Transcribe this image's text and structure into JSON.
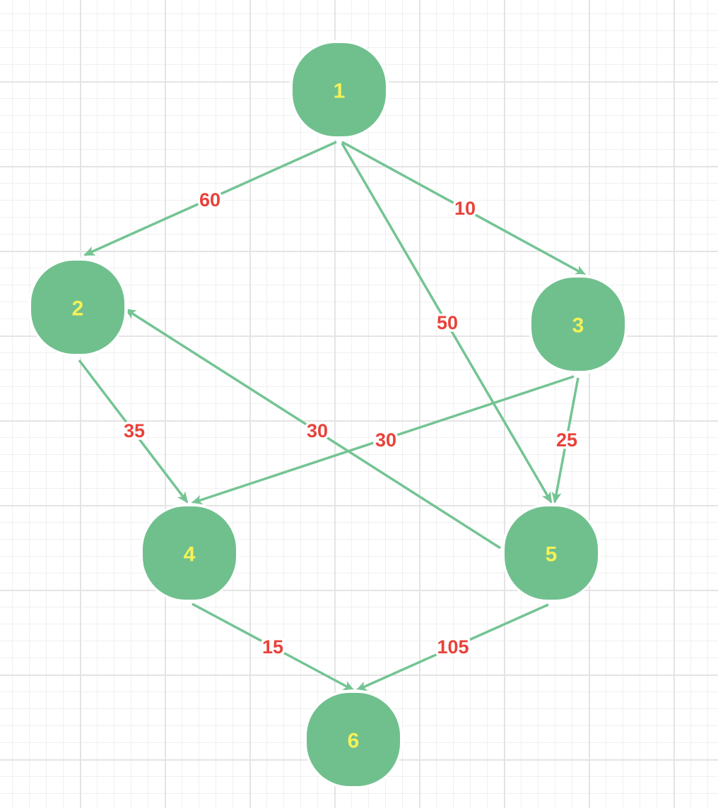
{
  "colors": {
    "node_fill": "#70c08e",
    "node_text": "#f4f157",
    "edge": "#74c493",
    "weight_text": "#e8423a"
  },
  "nodes": [
    {
      "id": "1",
      "label": "1"
    },
    {
      "id": "2",
      "label": "2"
    },
    {
      "id": "3",
      "label": "3"
    },
    {
      "id": "4",
      "label": "4"
    },
    {
      "id": "5",
      "label": "5"
    },
    {
      "id": "6",
      "label": "6"
    }
  ],
  "edges": [
    {
      "from": "1",
      "to": "2",
      "weight": "60"
    },
    {
      "from": "1",
      "to": "3",
      "weight": "10"
    },
    {
      "from": "1",
      "to": "5",
      "weight": "50"
    },
    {
      "from": "2",
      "to": "4",
      "weight": "35"
    },
    {
      "from": "5",
      "to": "2",
      "weight": "30"
    },
    {
      "from": "3",
      "to": "4",
      "weight": "30"
    },
    {
      "from": "3",
      "to": "5",
      "weight": "25"
    },
    {
      "from": "4",
      "to": "6",
      "weight": "15"
    },
    {
      "from": "5",
      "to": "6",
      "weight": "105"
    }
  ]
}
